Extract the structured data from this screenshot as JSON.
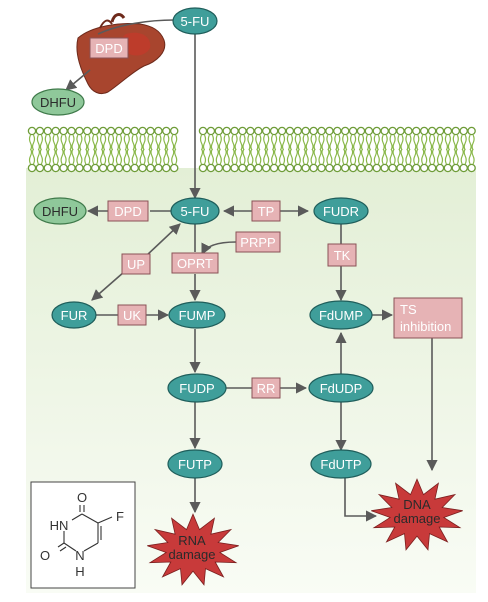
{
  "colors": {
    "metabolite_fill": "#3f9e9a",
    "metabolite_stroke": "#1f5e5b",
    "dhfu_fill": "#8fc89a",
    "enzyme_fill": "#e6b3b5",
    "enzyme_stroke": "#8a5256",
    "arrow": "#5a5a5a",
    "liver": "#a8452e",
    "membrane": "#8ab84a",
    "membrane_head": "#ffffff",
    "cytoplasm_top": "#e3efd6",
    "cytoplasm_bottom": "#f7fbf2",
    "damage_fill": "#c83a3a"
  },
  "nodes": {
    "fu_outside": "5-FU",
    "dhfu_outside": "DHFU",
    "dhfu_inside": "DHFU",
    "fu_inside": "5-FU",
    "fudr": "FUDR",
    "fur": "FUR",
    "fump": "FUMP",
    "fdump": "FdUMP",
    "fudp": "FUDP",
    "fdudp": "FdUDP",
    "futp": "FUTP",
    "fdutp": "FdUTP"
  },
  "enzymes": {
    "dpd_liver": "DPD",
    "dpd": "DPD",
    "tp": "TP",
    "prpp": "PRPP",
    "up": "UP",
    "oprt": "OPRT",
    "tk": "TK",
    "uk": "UK",
    "rr": "RR"
  },
  "outcomes": {
    "ts_inhibition_line1": "TS",
    "ts_inhibition_line2": "inhibition",
    "rna_damage_line1": "RNA",
    "rna_damage_line2": "damage",
    "dna_damage_line1": "DNA",
    "dna_damage_line2": "damage"
  },
  "structure": {
    "atom_o_top": "O",
    "atom_f": "F",
    "atom_hn": "HN",
    "atom_o_left": "O",
    "atom_n": "N",
    "atom_h": "H"
  },
  "icons": {
    "liver": "liver-icon",
    "membrane": "cell-membrane",
    "damage": "starburst-icon"
  }
}
